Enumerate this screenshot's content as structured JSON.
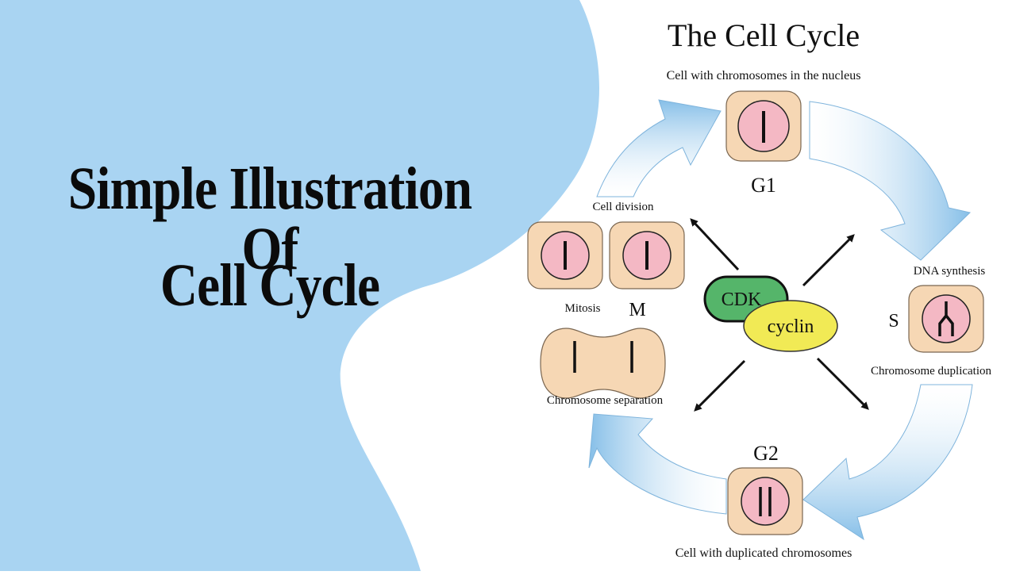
{
  "hero": {
    "line1": "Simple Illustration Of",
    "line2": "Cell Cycle"
  },
  "diagram": {
    "title": "The Cell Cycle",
    "phases": {
      "g1": "G1",
      "s": "S",
      "g2": "G2",
      "m": "M"
    },
    "labels": {
      "g1_caption": "Cell with chromosomes in the nucleus",
      "dna_synthesis": "DNA synthesis",
      "chromosome_duplication": "Chromosome duplication",
      "g2_caption": "Cell with duplicated chromosomes",
      "chromosome_separation": "Chromosome separation",
      "mitosis": "Mitosis",
      "cell_division": "Cell division"
    },
    "center": {
      "cdk": "CDK",
      "cyclin": "cyclin"
    }
  },
  "colors": {
    "background_blue": "#a9d4f2",
    "arrow_blue": "#8ec3ea",
    "cell_fill": "#f6d7b4",
    "nucleus_fill": "#f4b8c4",
    "cdk_green": "#55b56a",
    "cyclin_yellow": "#f1ea55"
  }
}
